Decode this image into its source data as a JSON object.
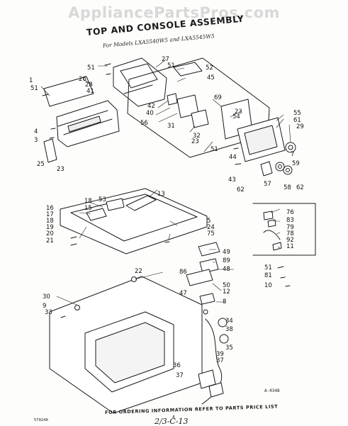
{
  "watermark": "AppliancePartsPros.com",
  "title": "TOP AND CONSOLE ASSEMBLY",
  "subtitle": "For Models LXA5540W5 and LXA5545W5",
  "footer_note": "FOR ORDERING INFORMATION REFER TO PARTS PRICE LIST",
  "page_number": "4",
  "code_left": "570240",
  "figure_code": "A-0348",
  "handwritten": "2/3-C-13",
  "callouts": [
    "51",
    "27",
    "51",
    "52",
    "45",
    "1",
    "51",
    "26",
    "28",
    "41",
    "42",
    "40",
    "56",
    "31",
    "69",
    "23",
    "54",
    "55",
    "61",
    "29",
    "32",
    "23",
    "51",
    "4",
    "3",
    "25",
    "23",
    "44",
    "43",
    "62",
    "57",
    "59",
    "58",
    "62",
    "7",
    "13",
    "18",
    "53",
    "15",
    "16",
    "17",
    "18",
    "19",
    "20",
    "21",
    "5",
    "24",
    "75",
    "76",
    "83",
    "79",
    "78",
    "92",
    "11",
    "49",
    "89",
    "86",
    "48",
    "50",
    "47",
    "12",
    "8",
    "51",
    "81",
    "10",
    "22",
    "30",
    "9",
    "33",
    "34",
    "38",
    "35",
    "36",
    "39",
    "37"
  ]
}
